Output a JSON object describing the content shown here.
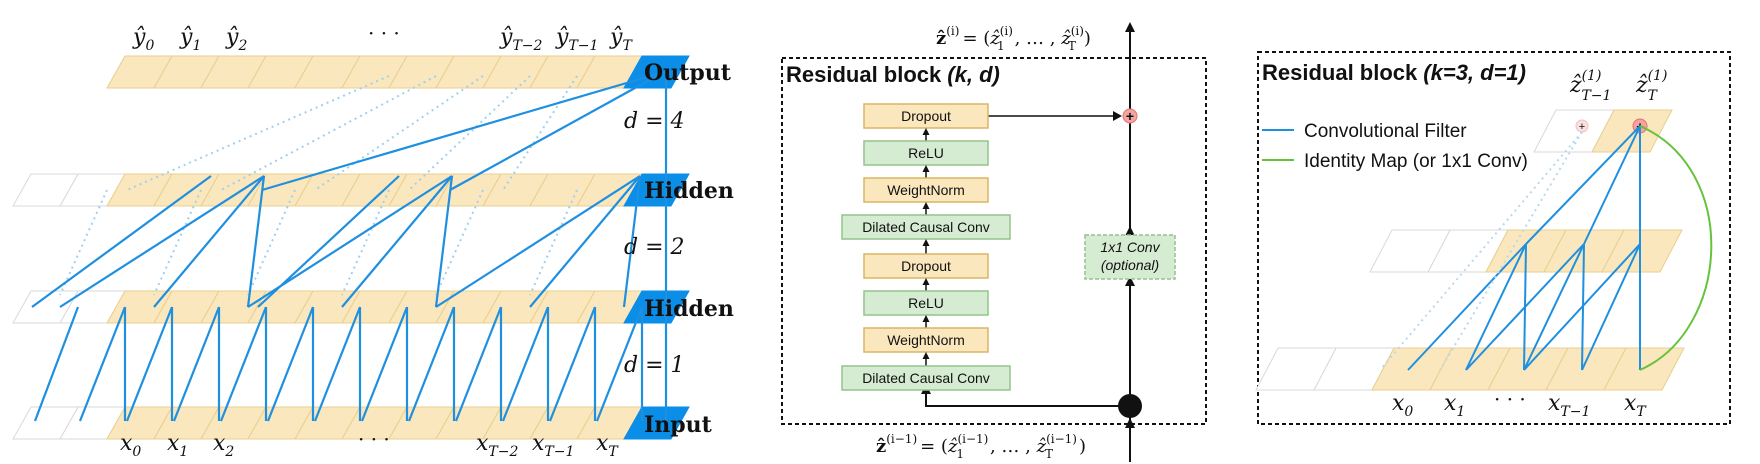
{
  "panel_a": {
    "outputs": [
      "ŷ",
      "ŷ",
      "ŷ",
      "· · ·",
      "ŷ",
      "ŷ",
      "ŷ"
    ],
    "output_subs": [
      "0",
      "1",
      "2",
      "",
      "T−2",
      "T−1",
      "T"
    ],
    "inputs": [
      "x",
      "x",
      "x",
      "· · ·",
      "x",
      "x",
      "x"
    ],
    "input_subs": [
      "0",
      "1",
      "2",
      "",
      "T−2",
      "T−1",
      "T"
    ],
    "layer_labels": [
      "Output",
      "Hidden",
      "Hidden",
      "Input"
    ],
    "dilations": [
      "d = 4",
      "d = 2",
      "d = 1"
    ],
    "colors": {
      "cell": "#fbe7bd",
      "cell_border": "#e8cf8e",
      "final": "#0a8ee8",
      "edge": "#1f8fe0",
      "pad": "#d9d9d9"
    }
  },
  "panel_b": {
    "title": "Residual block",
    "title_params": "(k, d)",
    "top_eq": "ẑ(i) = (ẑ1(i), … , ẑT(i))",
    "top_eq_parts": [
      "ẑ",
      "(i)",
      "= (",
      "ẑ",
      "(i)",
      "1",
      ", … , ",
      "ẑ",
      "(i)",
      "T",
      ")"
    ],
    "bottom_eq_parts": [
      "ẑ",
      "(i−1)",
      "= (",
      "ẑ",
      "(i−1)",
      "1",
      ", … , ",
      "ẑ",
      "(i−1)",
      "T",
      ")"
    ],
    "stack": [
      "Dropout",
      "ReLU",
      "WeightNorm",
      "Dilated Causal Conv",
      "Dropout",
      "ReLU",
      "WeightNorm",
      "Dilated Causal Conv"
    ],
    "side_box": [
      "1x1 Conv",
      "(optional)"
    ],
    "plus": "+",
    "colors": {
      "yellow": "#fbe7bd",
      "yellow_border": "#d9b562",
      "green": "#d6ecd2",
      "green_border": "#93c48b",
      "plus": "#f4a3a3"
    }
  },
  "panel_c": {
    "title": "Residual block",
    "title_params": "(k=3, d=1)",
    "legend": [
      {
        "label": "Convolutional Filter",
        "color": "#1f8fe0"
      },
      {
        "label": "Identity Map (or 1x1 Conv)",
        "color": "#66c23b"
      }
    ],
    "top_labels": [
      "ẑ",
      "ẑ"
    ],
    "top_subs": [
      "T−1",
      "T"
    ],
    "top_sups": [
      "(1)",
      "(1)"
    ],
    "inputs": [
      "x",
      "x",
      "· · ·",
      "x",
      "x"
    ],
    "input_subs": [
      "0",
      "1",
      "",
      "T−1",
      "T"
    ],
    "plus": "+"
  }
}
